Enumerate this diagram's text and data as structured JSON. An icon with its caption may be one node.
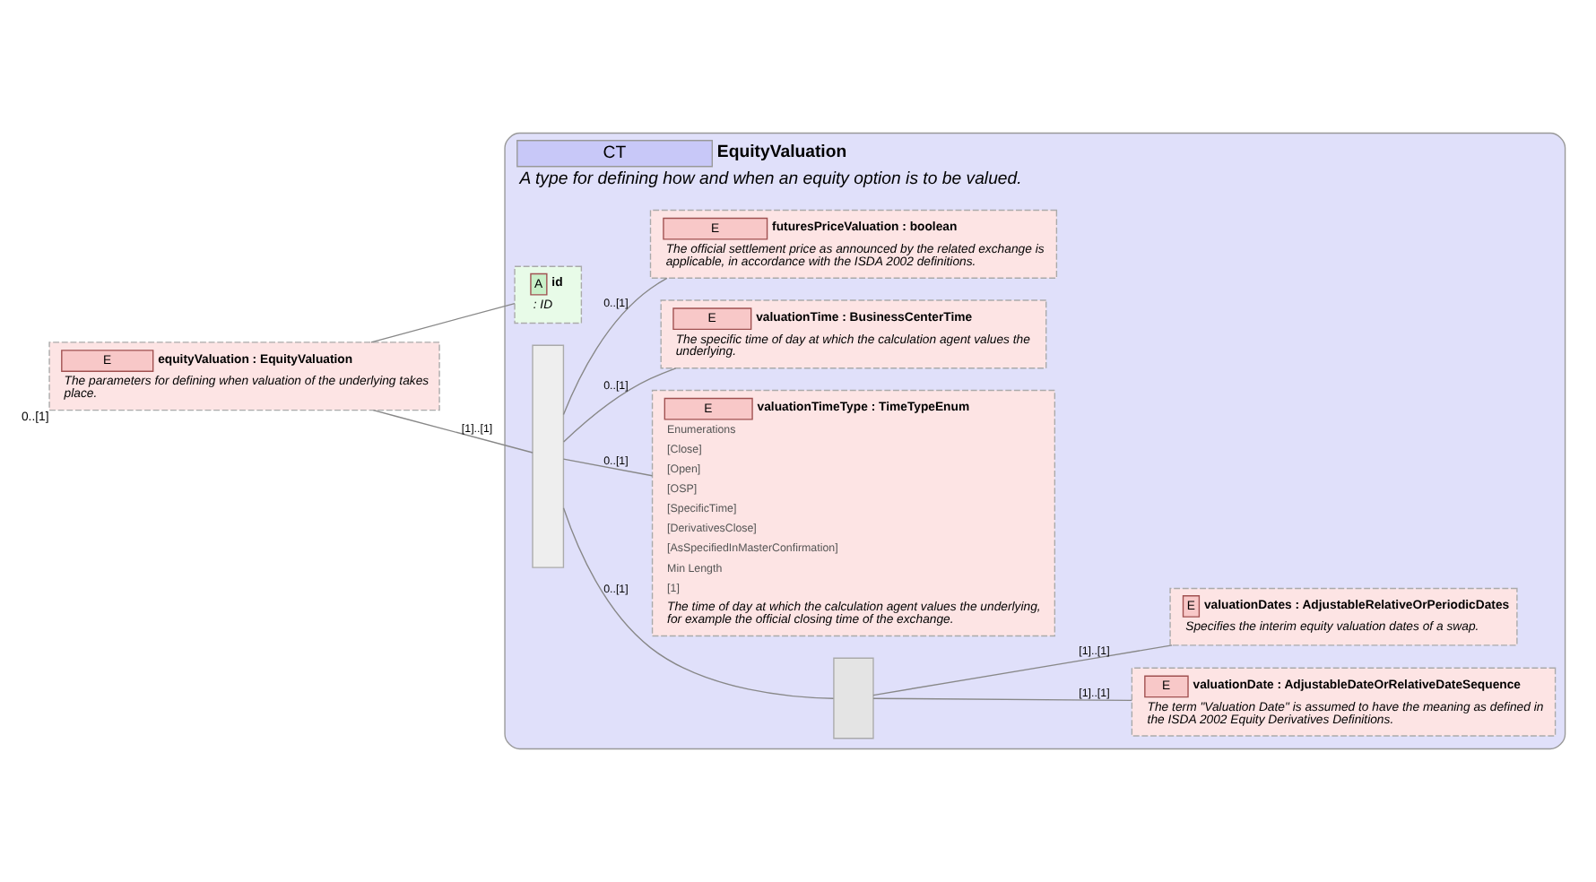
{
  "diagram": {
    "nodes": [
      {
        "text": [
          "E",
          "equityValuation : EquityValuation",
          "The parameters for defining when valuation of the underlying takes place."
        ],
        "beside": [
          "0..[1]"
        ]
      },
      {
        "text": [
          "CT",
          "EquityValuation",
          "A type for defining how and when an equity option is to be valued."
        ]
      },
      {
        "text": [
          "A",
          "id",
          ": ID"
        ],
        "in": 1
      },
      {
        "text": [],
        "shape": "bar",
        "in": 1
      },
      {
        "text": [],
        "shape": "box",
        "in": 1
      },
      {
        "text": [
          "E",
          "valuationDate : AdjustableDateOrRelativeDateSequence",
          "The term \"Valuation Date\" is assumed to have the meaning as defined in the ISDA 2002 Equity Derivatives Definitions."
        ],
        "in": 1
      },
      {
        "text": [
          "E",
          "valuationDates : AdjustableRelativeOrPeriodicDates",
          "Specifies the interim equity valuation dates of a swap."
        ],
        "in": 1
      },
      {
        "text": [
          "E",
          "valuationTimeType : TimeTypeEnum",
          "Enumerations",
          "[Close]",
          "[Open]",
          "[OSP]",
          "[SpecificTime]",
          "[DerivativesClose]",
          "[AsSpecifiedInMasterConfirmation]",
          "Min Length",
          "[1]",
          "The time of day at which the calculation agent values the underlying, for example the official closing time of the exchange."
        ],
        "in": 1
      },
      {
        "text": [
          "E",
          "valuationTime : BusinessCenterTime",
          "The specific time of day at which the calculation agent values the underlying."
        ],
        "in": 1
      },
      {
        "text": [
          "E",
          "futuresPriceValuation : boolean",
          "The official settlement price as announced by the related exchange is applicable, in accordance with the ISDA 2002 definitions."
        ],
        "in": 1
      }
    ],
    "edges": [
      {
        "from": 0,
        "to": 2,
        "arrow": "none"
      },
      {
        "from": 0,
        "to": 3,
        "arrow": "none",
        "label": "[1]..[1]"
      },
      {
        "from": 3,
        "to": 4,
        "arrow": "none",
        "label": "0..[1]"
      },
      {
        "from": 4,
        "to": 5,
        "arrow": "none",
        "label": "[1]..[1]"
      },
      {
        "from": 4,
        "to": 6,
        "arrow": "none",
        "label": "[1]..[1]"
      },
      {
        "from": 3,
        "to": 7,
        "arrow": "none",
        "label": "0..[1]"
      },
      {
        "from": 3,
        "to": 8,
        "arrow": "none",
        "label": "0..[1]"
      },
      {
        "from": 3,
        "to": 9,
        "arrow": "none",
        "label": "0..[1]"
      }
    ]
  }
}
